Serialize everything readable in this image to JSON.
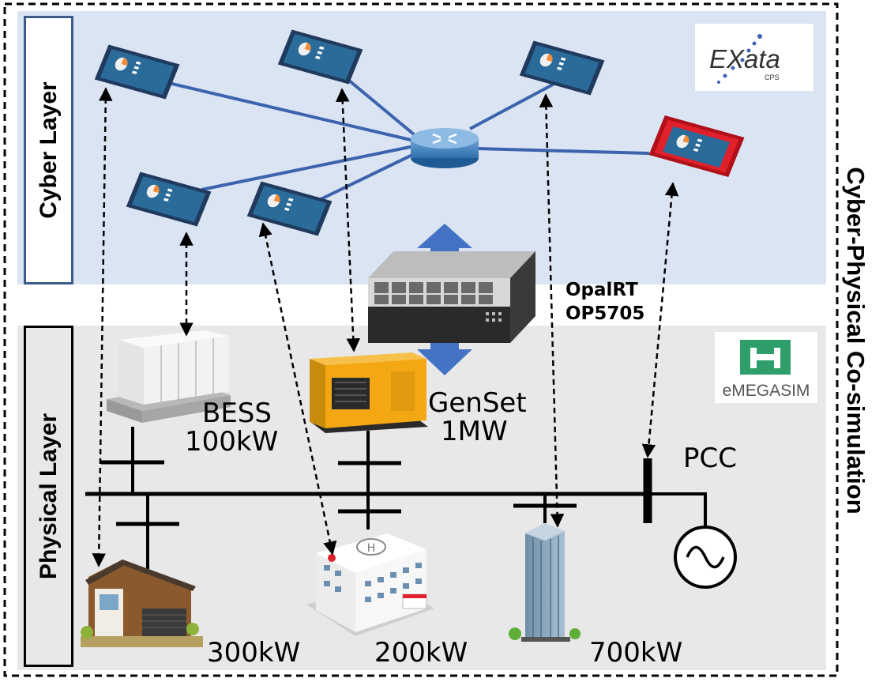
{
  "title": "Cyber-Physical Co-simulation",
  "layers": {
    "cyber": "Cyber Layer",
    "physical": "Physical Layer"
  },
  "logos": {
    "exata": "EXata",
    "exata_sub": "CPS",
    "emegasim": "eMEGASIM"
  },
  "simulator": {
    "line1": "OpalRT",
    "line2": "OP5705"
  },
  "assets": {
    "bess_name": "BESS",
    "bess_rating": "100kW",
    "genset_name": "GenSet",
    "genset_rating": "1MW",
    "pcc": "PCC"
  },
  "loads": {
    "house": "300kW",
    "hospital": "200kW",
    "office": "700kW"
  },
  "colors": {
    "cyber_bg": "#dbe4f2",
    "physical_bg": "#e8e8e8",
    "link": "#3c63ad",
    "arrow": "#4472c4",
    "attacked_device": "#e0202a",
    "device": "#1f3a5c",
    "emegasim_green": "#2e9e6a"
  }
}
